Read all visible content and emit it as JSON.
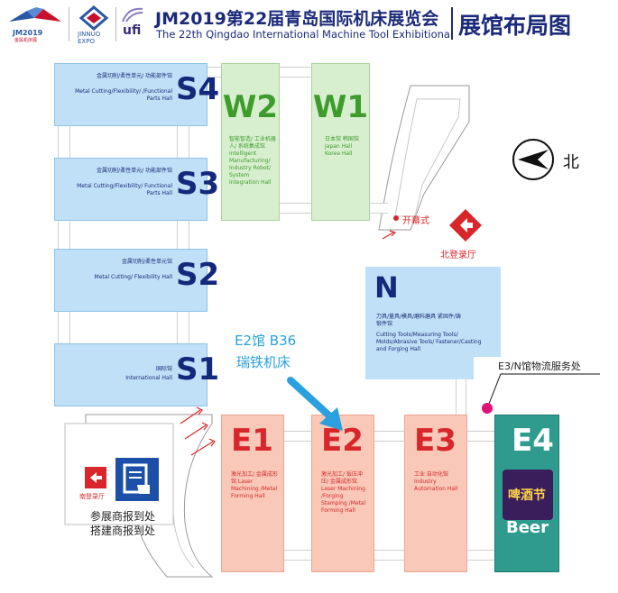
{
  "header": {
    "jm_logo_year": "JM2019",
    "jm_logo_sub": "金属机床展",
    "expo_logo_text": "JINNUO EXPO",
    "ufi_text": "ufi",
    "title_cn": "JM2019第22届青岛国际机床展览会",
    "title_en": "The 22th Qingdao International Machine Tool Exhibitional",
    "title_right": "展馆布局图"
  },
  "halls": {
    "S4": {
      "code": "S4",
      "cn": "金属切削/柔性单元/ 功能部件馆",
      "en": "Metal Cutting/Flexibility/ /Functional Parts Hall"
    },
    "S3": {
      "code": "S3",
      "cn": "金属切削/柔性单元/ 功能部件馆",
      "en": "Metal Cutting/Flexibility/ Functional Parts Hall"
    },
    "S2": {
      "code": "S2",
      "cn": "金属切削/柔性单元馆",
      "en": "Metal Cutting/ Flexibility Hall"
    },
    "S1": {
      "code": "S1",
      "cn": "国际馆",
      "en": "International Hall"
    },
    "W2": {
      "code": "W2",
      "text": "智能智造/ 工业机器人/ 系统集成馆 Intelligent Manufacturing/ Industry Robot/ System Integration Hall"
    },
    "W1": {
      "code": "W1",
      "text": "日本馆 韩国馆 Japan Hall Korea Hall"
    },
    "N": {
      "code": "N",
      "cn": "刀具/量具/模具/磨料磨具 紧固件/铸锻件馆",
      "en": "Cutting Tools/Measuring Tools/ Molds/Abrasive Tools/ Fastener/Casting and Forging Hall"
    },
    "E1": {
      "code": "E1",
      "text": "激光加工/ 金属成形馆 Laser Machining /Metal Forming Hall"
    },
    "E2": {
      "code": "E2",
      "text": "激光加工/ 钣压冲压/ 金属成形馆 Laser Machining /Forging Stamping /Metal Forming Hall"
    },
    "E3": {
      "code": "E3",
      "text": "工业 自动化馆 Industry Automation Hall"
    },
    "E4": {
      "code": "E4",
      "badge": "啤酒节",
      "beer": "Beer"
    }
  },
  "labels": {
    "opening": "开幕式",
    "north_reg": "北登录厅",
    "south_reg": "南登录厅",
    "logistics": "E3/N馆物流服务处",
    "compass": "北",
    "exhibitor_reg": "参展商报到处",
    "builder_reg": "搭建商报到处"
  },
  "annotation": {
    "line1": "E2馆  B36",
    "line2": "瑞铁机床"
  },
  "colors": {
    "s_hall": "#bfe0f6",
    "w_hall": "#d8efcf",
    "e_hall": "#f9c8b8",
    "e4_hall": "#2e9b8e",
    "title_blue": "#1c2a7a",
    "annotation_blue": "#2aa0e0",
    "marker_magenta": "#e0117a"
  }
}
